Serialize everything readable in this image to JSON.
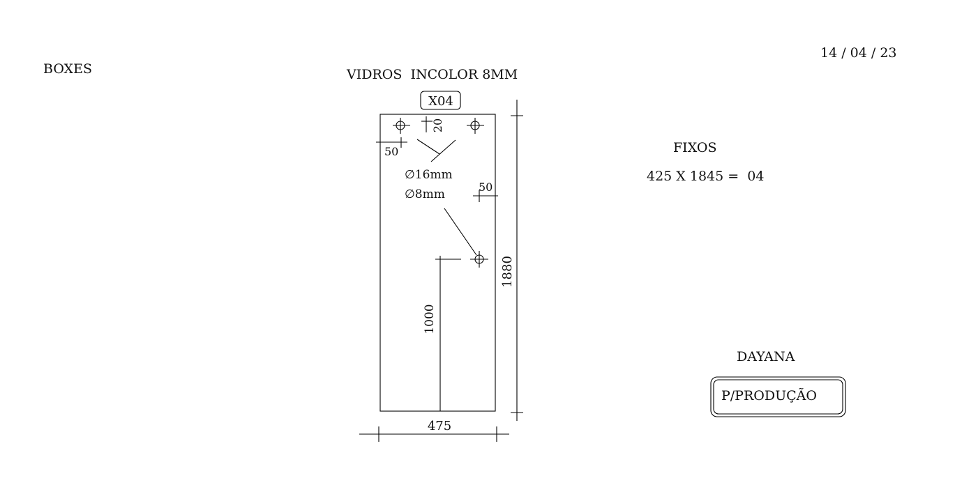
{
  "header": {
    "left_label": "BOXES",
    "title": "VIDROS  INCOLOR 8MM",
    "date": "14 / 04 / 23"
  },
  "panel": {
    "quantity_tag": "X04",
    "dim_top_hole_offset": "20",
    "dim_left_hole_offset": "50",
    "hole_large": "∅16mm",
    "hole_small": "∅8mm",
    "dim_right_hole_offset": "50",
    "dim_height": "1880",
    "dim_handle_height": "1000",
    "dim_width": "475"
  },
  "spec": {
    "label": "FIXOS",
    "formula": "425 X 1845 =  04"
  },
  "footer": {
    "name": "DAYANA",
    "stamp": "P/PRODUÇÃO"
  }
}
